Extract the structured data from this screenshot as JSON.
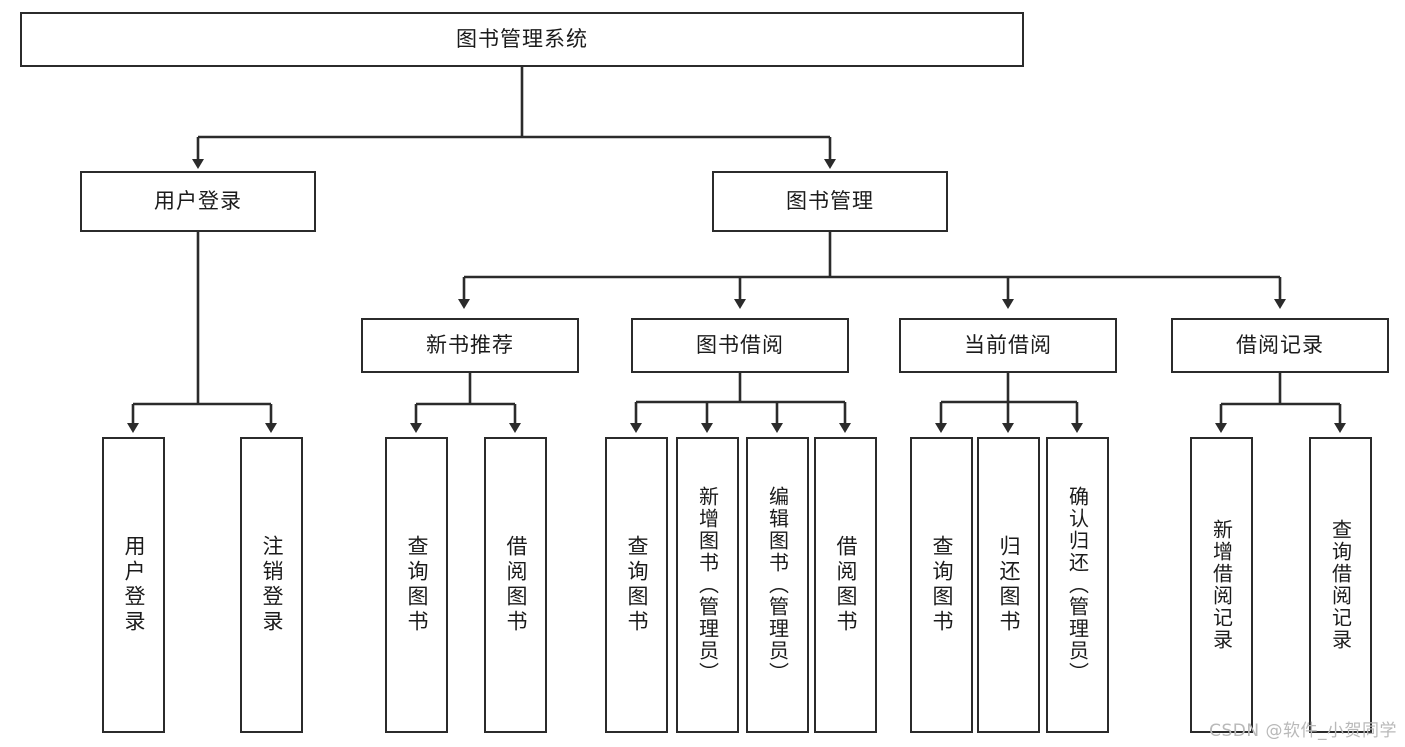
{
  "diagram": {
    "title": "图书管理系统",
    "type": "tree-hierarchy",
    "watermark": "CSDN @软件_小贺同学",
    "root": {
      "label": "图书管理系统"
    },
    "level2": [
      {
        "label": "用户登录"
      },
      {
        "label": "图书管理"
      }
    ],
    "level3": [
      {
        "label": "新书推荐"
      },
      {
        "label": "图书借阅"
      },
      {
        "label": "当前借阅"
      },
      {
        "label": "借阅记录"
      }
    ],
    "leaves": {
      "user_login": [
        {
          "label": "用户登录"
        },
        {
          "label": "注销登录"
        }
      ],
      "new_book_recommend": [
        {
          "label": "查询图书"
        },
        {
          "label": "借阅图书"
        }
      ],
      "book_borrow": [
        {
          "label": "查询图书"
        },
        {
          "label": "新增图书（管理员）"
        },
        {
          "label": "编辑图书（管理员）"
        },
        {
          "label": "借阅图书"
        }
      ],
      "current_borrow": [
        {
          "label": "查询图书"
        },
        {
          "label": "归还图书"
        },
        {
          "label": "确认归还（管理员）"
        }
      ],
      "borrow_record": [
        {
          "label": "新增借阅记录"
        },
        {
          "label": "查询借阅记录"
        }
      ]
    },
    "colors": {
      "stroke": "#2b2b2b",
      "fill": "#ffffff",
      "text": "#1b1b1b",
      "watermark": "#b9b9b9"
    }
  }
}
